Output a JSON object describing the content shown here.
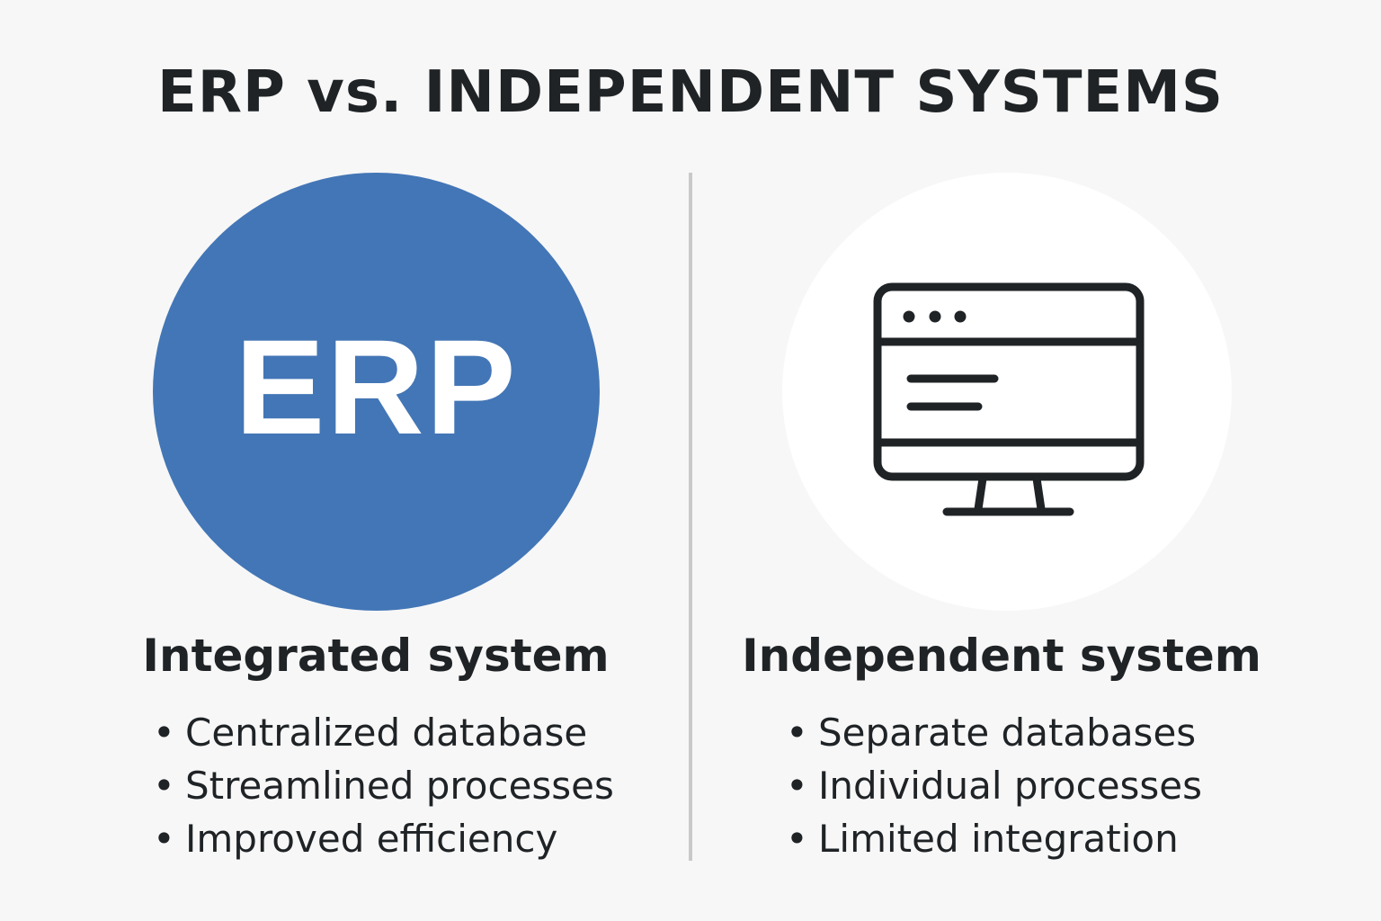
{
  "title": "ERP vs. INDEPENDENT SYSTEMS",
  "colors": {
    "erp_blue": "#4376b6",
    "text": "#1f2326",
    "background": "#f7f7f7"
  },
  "left": {
    "logo_text": "ERP",
    "heading": "Integrated system",
    "items": [
      "Centralized database",
      "Streamlined processes",
      "Improved efficiency"
    ]
  },
  "right": {
    "icon": "desktop-monitor-icon",
    "heading": "Independent system",
    "items": [
      "Separate databases",
      "Individual processes",
      "Limited integration"
    ]
  }
}
